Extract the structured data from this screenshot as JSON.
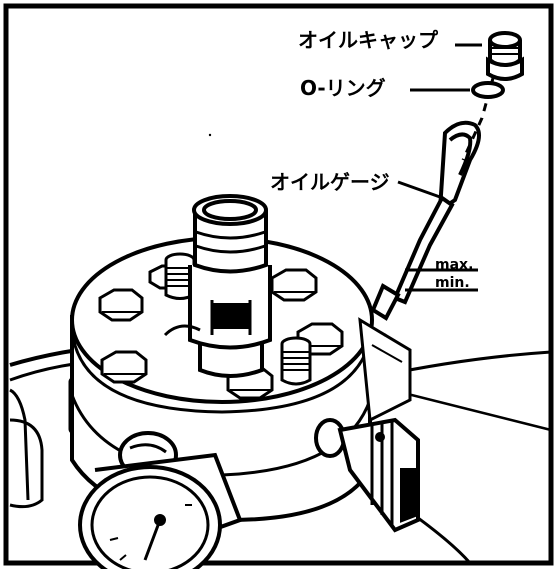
{
  "labels": {
    "oil_cap": "オイルキャップ",
    "o_ring": "O-リング",
    "oil_gauge": "オイルゲージ",
    "max": "max.",
    "min": "min."
  },
  "icons": {
    "oil_cap": "oil-cap-icon",
    "o_ring": "o-ring-icon",
    "oil_gauge": "oil-gauge-icon",
    "pressure_gauge": "pressure-gauge-icon"
  },
  "colors": {
    "ink": "#000000",
    "paper": "#ffffff"
  }
}
